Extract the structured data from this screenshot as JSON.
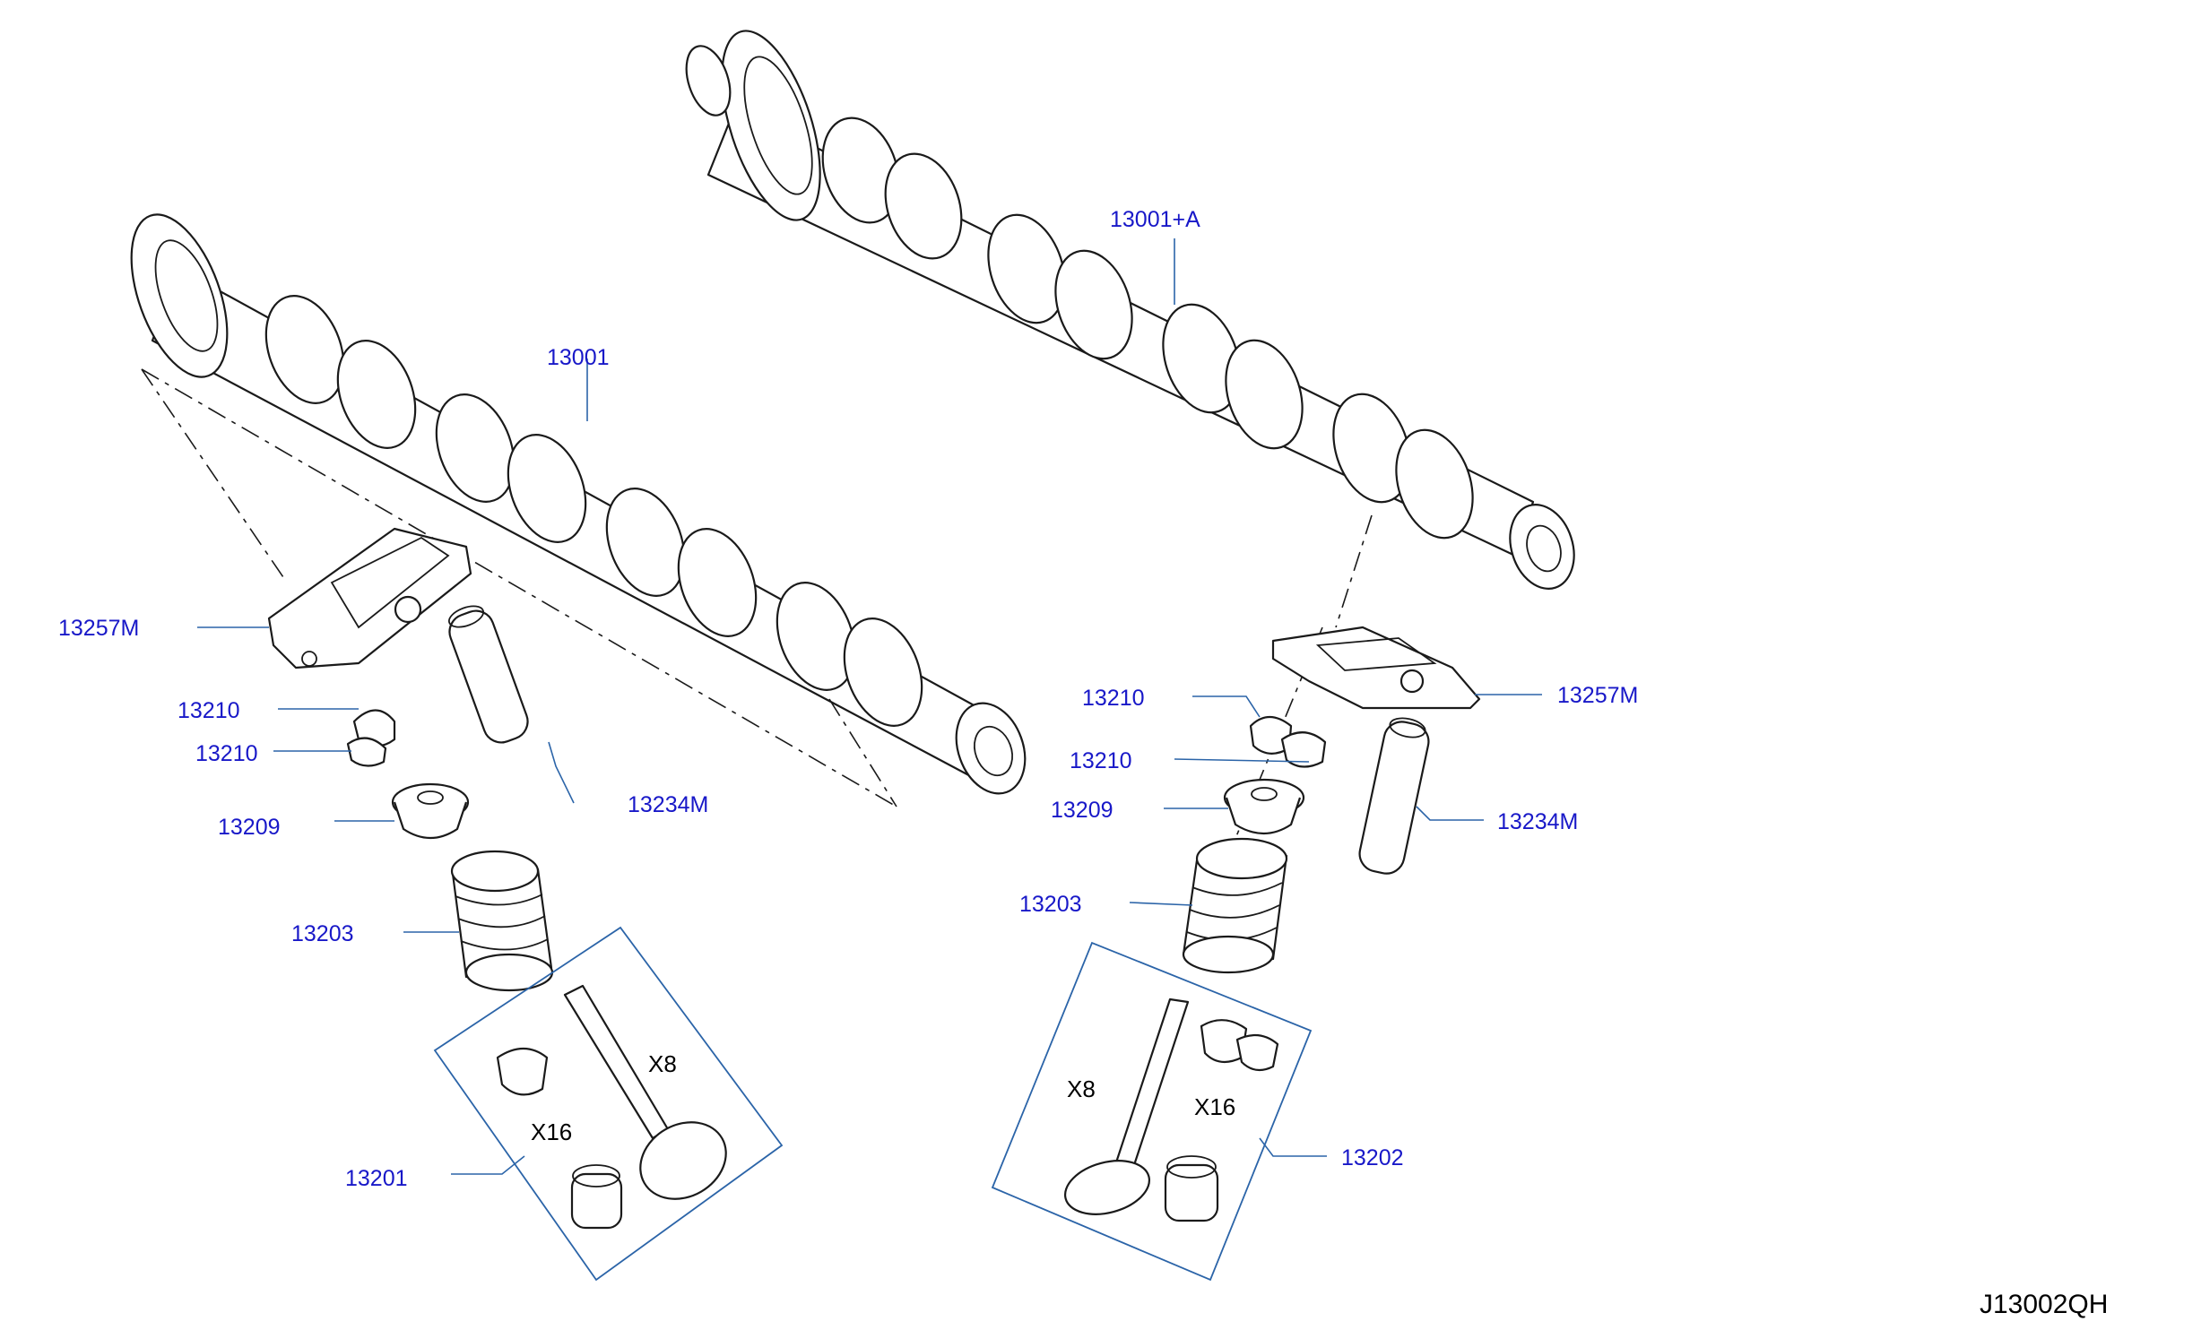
{
  "diagram": {
    "drawing_number": "J13002QH",
    "colors": {
      "callout": "#1818c8",
      "leader": "#2b64a8",
      "linework": "#1a1a1a"
    },
    "callouts": {
      "camshaft_intake": "13001",
      "camshaft_exhaust": "13001+A",
      "rocker_left": "13257M",
      "rocker_right": "13257M",
      "collet_left_upper": "13210",
      "collet_left_lower": "13210",
      "collet_right_upper": "13210",
      "collet_right_lower": "13210",
      "retainer_left": "13209",
      "retainer_right": "13209",
      "spring_left": "13203",
      "spring_right": "13203",
      "adjuster_left": "13234M",
      "adjuster_right": "13234M",
      "valve_kit_intake": "13201",
      "valve_kit_exhaust": "13202"
    },
    "quantities": {
      "left_valve": "X8",
      "left_seals": "X16",
      "right_valve": "X8",
      "right_seals": "X16"
    }
  }
}
